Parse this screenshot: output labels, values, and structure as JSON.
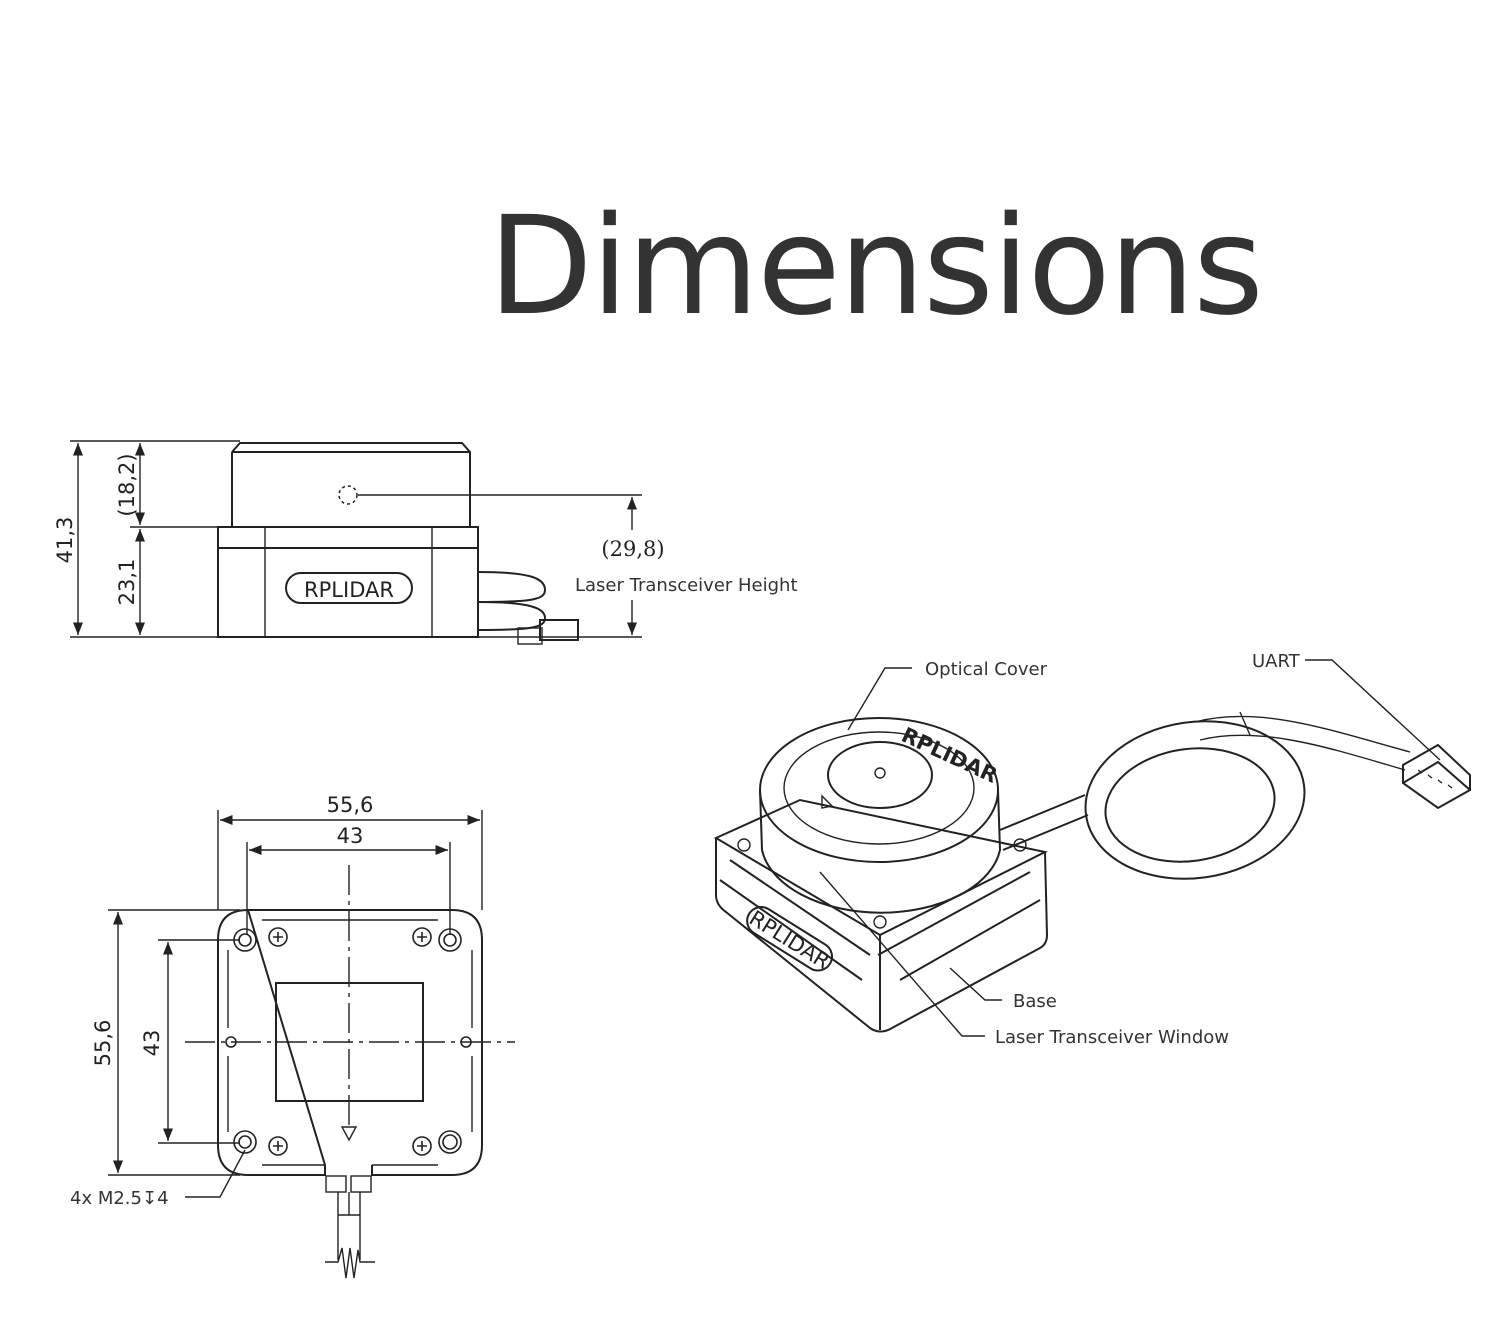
{
  "title": "Dimensions",
  "side_view": {
    "total_height": "41,3",
    "cover_height": "(18,2)",
    "base_height": "23,1",
    "laser_height": "(29,8)",
    "laser_height_label": "Laser Transceiver Height",
    "logo": "RPLIDAR"
  },
  "bottom_view": {
    "width": "55,6",
    "hole_spacing_x": "43",
    "height": "55,6",
    "hole_spacing_y": "43",
    "screw_note": "4x M2.5↧4"
  },
  "iso_view": {
    "optical_cover": "Optical Cover",
    "uart": "UART",
    "base": "Base",
    "laser_window": "Laser Transceiver Window",
    "logo": "RPLIDAR"
  }
}
